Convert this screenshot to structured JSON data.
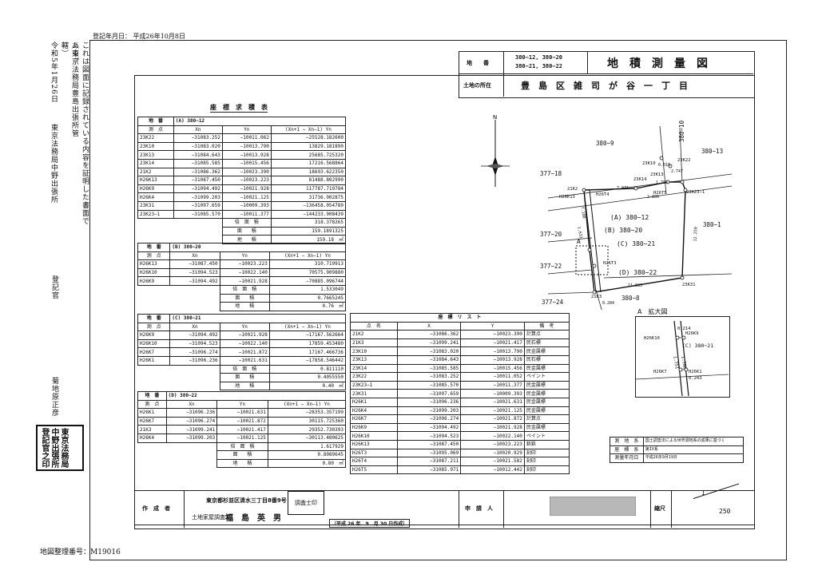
{
  "registration_date": "登記年月日： 平成26年10月8日",
  "certification_text": "これは図面に記録されている内容を証明した書面である。",
  "cert_office_bracket": "（東京法務局豊島出張所管轄）",
  "cert_date": "令和5年1月26日",
  "cert_office": "東京法務局中野出張所",
  "registrar_title": "登記官",
  "registrar_name": "菊地原正彦",
  "seal_text": "東京法務局中野出張所登記官之印",
  "map_number": "地図整理番号：M19016",
  "header": {
    "lot_label": "地　　番",
    "lot_value1": "380−12, 380−20",
    "lot_value2": "380−21, 380−22",
    "title": "地　積　測　量　図",
    "location_label": "土地の所在",
    "location_value": "豊　島　区　雑　司　が　谷　一　丁　目"
  },
  "area_table_title": "座　標　求　積　表",
  "lot_a": {
    "label": "地　番",
    "name": "(A) 380−12",
    "cols": [
      "測　点",
      "Xn",
      "Yn",
      "(Xn+1 − Xn−1) Yn"
    ],
    "rows": [
      [
        "23K22",
        "−31083.252",
        "−10011.062",
        "−25528.182600"
      ],
      [
        "23K10",
        "−31083.020",
        "−10013.790",
        "13829.181890"
      ],
      [
        "23K13",
        "−31084.643",
        "−10013.928",
        "25685.725320"
      ],
      [
        "23K14",
        "−31085.585",
        "−10015.456",
        "17216.568864"
      ],
      [
        "21K2",
        "−31086.362",
        "−10023.390",
        "18693.622350"
      ],
      [
        "H26K13",
        "−31087.450",
        "−10023.223",
        "81488.802990"
      ],
      [
        "H26K9",
        "−31094.492",
        "−10021.928",
        "117787.719784"
      ],
      [
        "H26K4",
        "−31099.203",
        "−10021.125",
        "31736.902875"
      ],
      [
        "23K31",
        "−31097.659",
        "−10009.393",
        "−136458.054789"
      ],
      [
        "23K23−1",
        "−31085.570",
        "−10011.377",
        "−144233.908439"
      ]
    ],
    "sum_labels": [
      "倍　面　積",
      "面　　積",
      "地　　積"
    ],
    "sum_values": [
      "318.378265",
      "159.1891325",
      "159.18　㎡"
    ]
  },
  "lot_b": {
    "label": "地　番",
    "name": "(B) 380−20",
    "cols": [
      "測　点",
      "Xn",
      "Yn",
      "(Xn+1 − Xn−1) Yn"
    ],
    "rows": [
      [
        "H26K13",
        "−31087.450",
        "−10023.223",
        "310.719913"
      ],
      [
        "H26K10",
        "−31094.523",
        "−10022.140",
        "70575.909880"
      ],
      [
        "H26K9",
        "−31094.492",
        "−10021.928",
        "−70885.096744"
      ]
    ],
    "sum_labels": [
      "倍　面　積",
      "面　　積",
      "地　　積"
    ],
    "sum_values": [
      "1.533049",
      "0.7665245",
      "0.76　㎡"
    ]
  },
  "lot_c": {
    "label": "地　番",
    "name": "(C) 380−21",
    "cols": [
      "測　点",
      "Xn",
      "Yn",
      "(Xn+1 − Xn−1) Yn"
    ],
    "rows": [
      [
        "H26K9",
        "−31094.492",
        "−10021.928",
        "−17167.562664"
      ],
      [
        "H26K10",
        "−31094.523",
        "−10022.140",
        "17859.453480"
      ],
      [
        "H26K7",
        "−31096.274",
        "−10021.872",
        "17167.466736"
      ],
      [
        "H26K1",
        "−31096.236",
        "−10021.631",
        "−17858.546442"
      ]
    ],
    "sum_labels": [
      "倍　面　積",
      "面　　積",
      "地　　積"
    ],
    "sum_values": [
      "0.811110",
      "0.4055550",
      "0.40　㎡"
    ]
  },
  "lot_d": {
    "label": "地　番",
    "name": "(D) 380−22",
    "cols": [
      "測　点",
      "Xn",
      "Yn",
      "(Xn+1 − Xn−1) Yn"
    ],
    "rows": [
      [
        "H26K1",
        "−31096.236",
        "−10021.631",
        "−28353.357199"
      ],
      [
        "H26K7",
        "−31096.274",
        "−10021.872",
        "30115.725360"
      ],
      [
        "21K3",
        "−31099.241",
        "−10021.417",
        "29352.730393"
      ],
      [
        "H26K4",
        "−31099.203",
        "−10021.125",
        "−30113.480625"
      ]
    ],
    "sum_labels": [
      "倍　面　積",
      "面　　積",
      "地　　積"
    ],
    "sum_values": [
      "1.617929",
      "0.8089645",
      "0.80　㎡"
    ]
  },
  "coord_list": {
    "title": "座　標　リ　ス　ト",
    "cols": [
      "点　名",
      "X",
      "Y",
      "備　考"
    ],
    "rows": [
      [
        "21K2",
        "−31086.362",
        "−10023.390",
        "計算点"
      ],
      [
        "21K3",
        "−31099.241",
        "−10021.417",
        "民石標"
      ],
      [
        "23K10",
        "−31083.020",
        "−10013.790",
        "民金属標"
      ],
      [
        "23K13",
        "−31084.643",
        "−10013.928",
        "民石標"
      ],
      [
        "23K14",
        "−31085.585",
        "−10015.456",
        "民金属標"
      ],
      [
        "23K22",
        "−31083.252",
        "−10011.052",
        "ペイント"
      ],
      [
        "23K23−1",
        "−31085.570",
        "−10011.377",
        "民金属標"
      ],
      [
        "23K31",
        "−31097.659",
        "−10009.393",
        "民金属標"
      ],
      [
        "H26K1",
        "−31096.236",
        "−10021.631",
        "民金属標"
      ],
      [
        "H26K4",
        "−31099.203",
        "−10021.125",
        "民金属標"
      ],
      [
        "H26K7",
        "−31096.274",
        "−10021.872",
        "計算点"
      ],
      [
        "H26K9",
        "−31094.492",
        "−10021.928",
        "民金属標"
      ],
      [
        "H26K10",
        "−31094.523",
        "−10022.140",
        "ペイント"
      ],
      [
        "H26K13",
        "−31087.450",
        "−10023.223",
        "鋲鋲"
      ],
      [
        "H26T3",
        "−31095.069",
        "−10020.929",
        "刻印"
      ],
      [
        "H26T4",
        "−31087.211",
        "−10021.582",
        "刻印"
      ],
      [
        "H26T5",
        "−31085.971",
        "−10012.442",
        "刻印"
      ]
    ]
  },
  "map": {
    "north": "N",
    "lots": [
      "380−9",
      "380−10",
      "380−13",
      "377−18",
      "380−1",
      "377−20",
      "377−22",
      "377−24",
      "380−8"
    ],
    "parcels": [
      "(A) 380−12",
      "(B) 380−20",
      "(C) 380−21",
      "(D) 380−22"
    ],
    "points": [
      "23K22",
      "23K10",
      "23K13",
      "23K14",
      "21K2",
      "H26K13",
      "H26T4",
      "H26T5",
      "23K23−1",
      "H26T3",
      "23K31",
      "21K3"
    ],
    "dims": [
      "7.971",
      "2.747",
      "1.796",
      "0.810",
      "12.250",
      "11.833",
      "0.284",
      "1.633",
      "7.100",
      "2.800"
    ],
    "marker_a": "A",
    "inset_title": "A　拡大図",
    "inset_points": [
      "H26K10",
      "H26K9",
      "H26K7",
      "H26K1"
    ],
    "inset_dims": [
      "0.214",
      "0.243",
      "1.751",
      "1.788"
    ],
    "inset_parcel": "(C) 380−21"
  },
  "info": {
    "rows": [
      [
        "測　地　系",
        "国土調査法による世界測地系の成果に基づく"
      ],
      [
        "座　標　系",
        "第IX系"
      ],
      [
        "測量年月日",
        "平成26年9月19日"
      ]
    ]
  },
  "footer": {
    "author_label": "作　成　者",
    "address": "東京都杉並区清水三丁目8番9号",
    "surveyor_title": "土地家屋調査士",
    "surveyor_name": "福　島　英　男",
    "stamp_text": "調査士印",
    "created_date": "（平成 26 年　9　月 30 日作成）",
    "applicant_label": "申　請　人",
    "scale_label": "縮尺",
    "scale_num": "1",
    "scale_den": "250"
  }
}
